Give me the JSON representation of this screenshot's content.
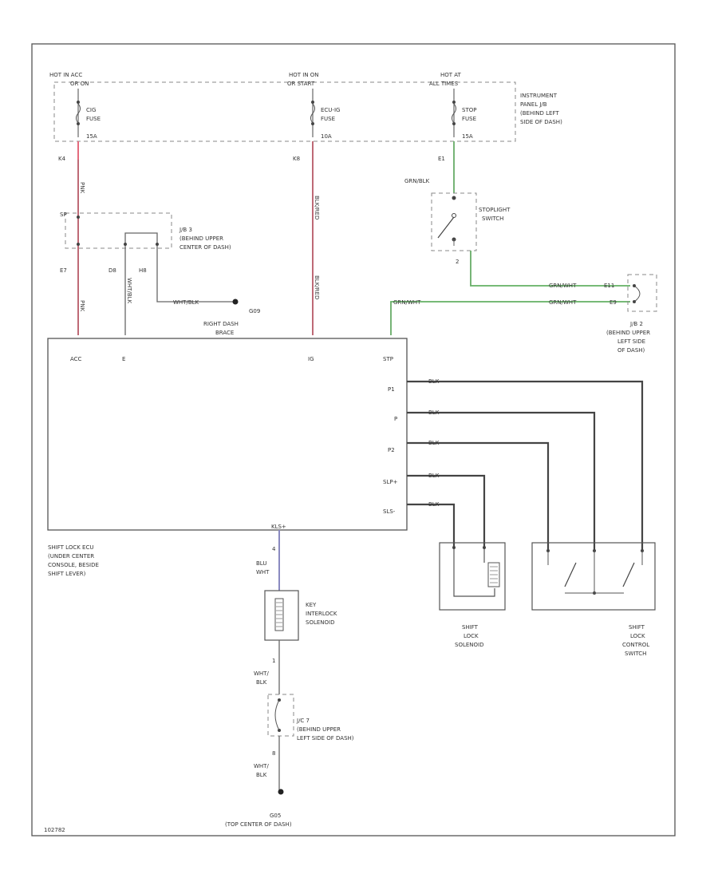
{
  "colors": {
    "border": "#555555",
    "red_wire": "#e46b7d",
    "green_wire": "#7dd67d",
    "blue_wire": "#9a9ae6",
    "black_wire": "#444444",
    "gray_wire": "#999999"
  },
  "fuse_box": {
    "sources": [
      {
        "id": "acc",
        "hot": "HOT IN ACC",
        "stub": "OR ON"
      },
      {
        "id": "on",
        "hot": "HOT IN ON",
        "stub": "OR START"
      },
      {
        "id": "all",
        "hot": "HOT AT",
        "stub": "ALL TIMES"
      }
    ],
    "fuses": [
      {
        "id": "cig",
        "line1": "CIG",
        "line2": "FUSE",
        "line3": "15A"
      },
      {
        "id": "ecuig",
        "line1": "ECU-IG",
        "line2": "FUSE",
        "line3": "10A"
      },
      {
        "id": "stop",
        "line1": "STOP",
        "line2": "FUSE",
        "line3": "15A"
      }
    ],
    "location": [
      "INSTRUMENT",
      "PANEL J/B",
      "(BEHIND LEFT",
      "SIDE OF DASH)"
    ]
  },
  "connectors": {
    "k4": "K4",
    "k8": "K8",
    "e1_top": "E1",
    "sp": "SP",
    "e7": "E7",
    "d8": "D8",
    "h8": "H8",
    "one": "1",
    "two": "2",
    "e11": "E11",
    "e9": "E9",
    "e4": "4",
    "e1": "1",
    "e8": "8"
  },
  "jb3": {
    "name": "J/B 3",
    "loc1": "(BEHIND UPPER",
    "loc2": "CENTER OF DASH)"
  },
  "jb2": {
    "name": "J/B 2",
    "loc1": "(BEHIND UPPER",
    "loc2": "LEFT SIDE",
    "loc3": "OF DASH)"
  },
  "jc7": {
    "name": "J/C 7",
    "loc1": "(BEHIND UPPER",
    "loc2": "LEFT SIDE OF DASH)"
  },
  "wires": {
    "pnk1": "PNK",
    "pnk2": "PNK",
    "blk_red1": "BLK/RED",
    "blk_red2": "BLK/RED",
    "wht_blk1": "WHT/BLK",
    "wht_blk2": "WHT/BLK",
    "grn_blk": "GRN/BLK",
    "grn_wht1": "GRN/WHT",
    "grn_wht2": "GRN/WHT",
    "grn_wht3": "GRN/WHT",
    "p1": "BLK",
    "p": "BLK",
    "p2": "BLK",
    "slp": "BLK",
    "sls": "BLK",
    "blu": "BLU",
    "wht": "WHT",
    "wht_blk3": "WHT/",
    "blk3": "BLK",
    "wht_blk4": "WHT/",
    "blk4": "BLK"
  },
  "ground_g09": {
    "name": "G09",
    "loc1": "RIGHT DASH",
    "loc2": "BRACE"
  },
  "stoplight": {
    "line1": "STOPLIGHT",
    "line2": "SWITCH"
  },
  "ecu": {
    "pins_top": {
      "acc": "ACC",
      "e": "E",
      "ig": "IG",
      "stp": "STP"
    },
    "pins_right": {
      "p1": "P1",
      "p": "P",
      "p2": "P2",
      "slp": "SLP+",
      "sls": "SLS-"
    },
    "pin_bottom": "KLS+",
    "name": [
      "SHIFT LOCK ECU",
      "(UNDER CENTER",
      "CONSOLE, BESIDE",
      "SHIFT LEVER)"
    ]
  },
  "key_interlock": {
    "line1": "KEY",
    "line2": "INTERLOCK",
    "line3": "SOLENOID"
  },
  "shift_lock_solenoid": {
    "line1": "SHIFT",
    "line2": "LOCK",
    "line3": "SOLENOID"
  },
  "shift_lock_switch": {
    "line1": "SHIFT",
    "line2": "LOCK",
    "line3": "CONTROL",
    "line4": "SWITCH"
  },
  "ground_g05": {
    "name": "G05",
    "loc": "(TOP CENTER OF DASH)"
  },
  "footer_code": "102782"
}
